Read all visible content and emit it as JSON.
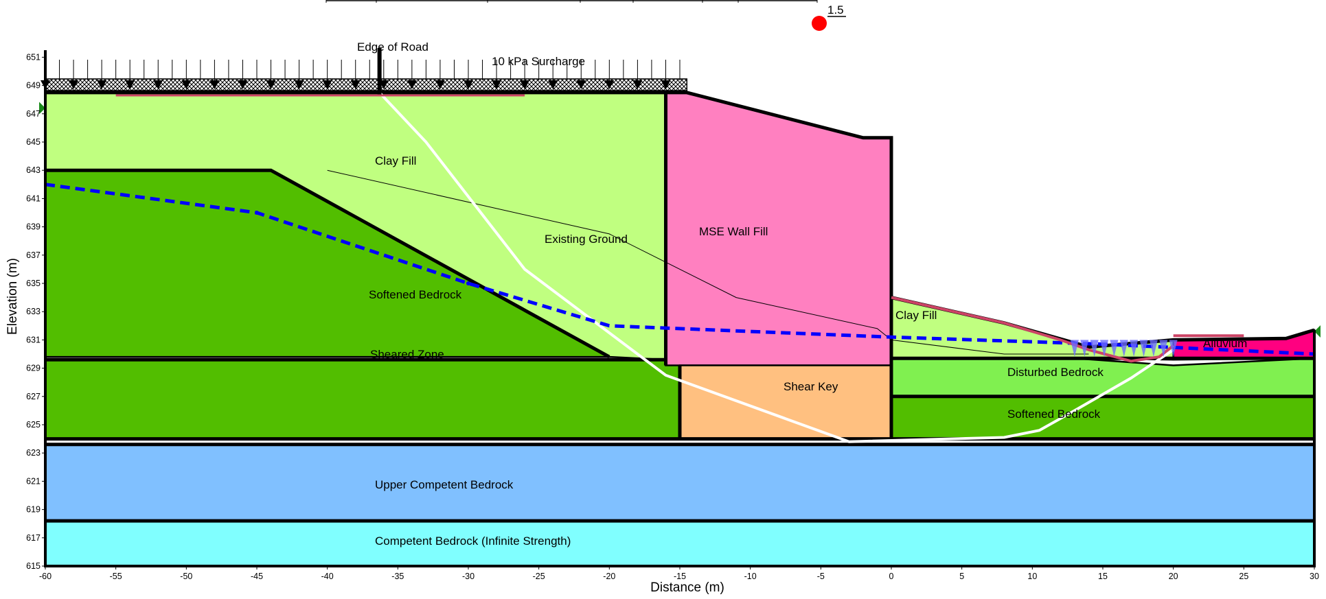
{
  "factor_of_safety": "1.5",
  "axes": {
    "xlabel": "Distance (m)",
    "ylabel": "Elevation (m)",
    "x_ticks": [
      "-60",
      "-55",
      "-50",
      "-45",
      "-40",
      "-35",
      "-30",
      "-25",
      "-20",
      "-15",
      "-10",
      "-5",
      "0",
      "5",
      "10",
      "15",
      "20",
      "25",
      "30"
    ],
    "y_ticks": [
      "615",
      "617",
      "619",
      "621",
      "623",
      "625",
      "627",
      "629",
      "631",
      "633",
      "635",
      "637",
      "639",
      "641",
      "643",
      "645",
      "647",
      "649",
      "651"
    ],
    "xlim": [
      -60,
      30
    ],
    "ylim": [
      615,
      651.5
    ]
  },
  "annotations": {
    "edge_of_road": "Edge of Road",
    "surcharge": "10 kPa Surcharge",
    "existing_ground": "Existing Ground"
  },
  "materials": [
    {
      "name": "Clay Fill",
      "color": "#c0ff80"
    },
    {
      "name": "MSE Wall Fill",
      "color": "#ff80c0"
    },
    {
      "name": "Softened Bedrock",
      "color": "#52be00"
    },
    {
      "name": "Sheared Zone",
      "color": "#52be00"
    },
    {
      "name": "Shear Key",
      "color": "#ffc080"
    },
    {
      "name": "Clay Fill",
      "color": "#c0ff80"
    },
    {
      "name": "Alluvium",
      "color": "#ff0080"
    },
    {
      "name": "Disturbed Bedrock",
      "color": "#80f050"
    },
    {
      "name": "Softened Bedrock",
      "color": "#52be00"
    },
    {
      "name": "Upper Competent Bedrock",
      "color": "#80c0ff"
    },
    {
      "name": "Competent Bedrock (Infinite Strength)",
      "color": "#80ffff"
    }
  ],
  "chart_data": {
    "type": "cross-section",
    "xlabel": "Distance (m)",
    "ylabel": "Elevation (m)",
    "xlim": [
      -60,
      30
    ],
    "ylim": [
      615,
      651.5
    ],
    "factor_of_safety": 1.5,
    "ground_surface": [
      [
        -60,
        648.5
      ],
      [
        -16,
        648.5
      ],
      [
        -14.5,
        648.5
      ],
      [
        -2,
        645.3
      ],
      [
        0,
        645.3
      ],
      [
        0,
        634
      ],
      [
        8,
        632.2
      ],
      [
        14,
        630.5
      ],
      [
        20,
        631
      ],
      [
        28,
        631.1
      ],
      [
        30,
        631.7
      ]
    ],
    "water_table": [
      [
        -60,
        642
      ],
      [
        -45,
        640
      ],
      [
        -30,
        635
      ],
      [
        -20,
        632
      ],
      [
        0,
        631.2
      ],
      [
        15,
        630.7
      ],
      [
        30,
        630
      ]
    ],
    "slip_surface": [
      [
        -36.3,
        648.5
      ],
      [
        -33,
        645
      ],
      [
        -26,
        636
      ],
      [
        -18,
        630
      ],
      [
        -16,
        628.5
      ],
      [
        -3,
        623.8
      ],
      [
        8,
        624.1
      ],
      [
        10.5,
        624.6
      ],
      [
        13,
        626
      ],
      [
        17,
        628.3
      ],
      [
        20,
        630.3
      ]
    ],
    "existing_ground": [
      [
        -40,
        643
      ],
      [
        -20,
        638.5
      ],
      [
        -11,
        634
      ],
      [
        -1,
        631.8
      ],
      [
        0,
        631
      ],
      [
        8,
        630
      ],
      [
        14,
        630
      ]
    ],
    "surcharge_kPa": 10,
    "surcharge_extent": [
      -60,
      -14.5
    ],
    "edge_of_road_x": -36.3
  }
}
